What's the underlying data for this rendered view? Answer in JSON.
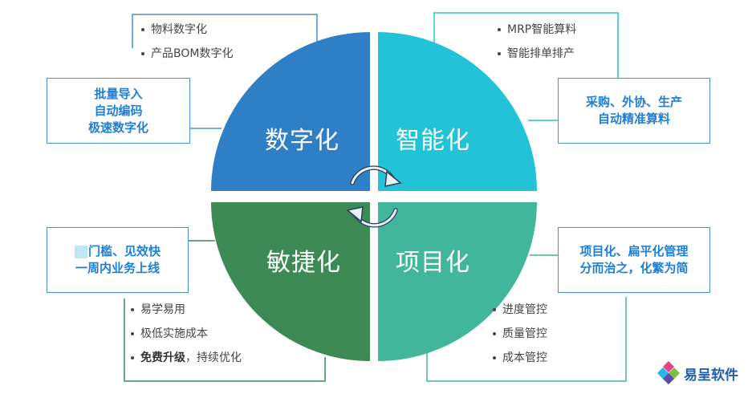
{
  "quadrants": {
    "top_left": {
      "label": "数字化",
      "color": "#2f7fc6"
    },
    "top_right": {
      "label": "智能化",
      "color": "#22c3d6"
    },
    "bottom_left": {
      "label": "敏捷化",
      "color": "#3d8a55"
    },
    "bottom_right": {
      "label": "项目化",
      "color": "#41b69a"
    }
  },
  "boxes": {
    "top_left": [
      "批量导入",
      "自动编码",
      "极速数字化"
    ],
    "top_right": [
      "采购、外协、生产",
      "自动精准算料"
    ],
    "bottom_left": [
      "门槛、见效快",
      "一周内业务上线"
    ],
    "bottom_right": [
      "项目化、扁平化管理",
      "分而治之，化繁为简"
    ]
  },
  "bullets": {
    "top_left": [
      "物料数字化",
      "产品BOM数字化"
    ],
    "top_right": [
      "MRP智能算料",
      "智能排单排产"
    ],
    "bottom_left": [
      "易学易用",
      "极低实施成本"
    ],
    "bottom_left_last": {
      "bold": "免费升级",
      "rest": "，持续优化"
    },
    "bottom_right": [
      "进度管控",
      "质量管控",
      "成本管控"
    ]
  },
  "logo": {
    "text": "易呈软件"
  }
}
